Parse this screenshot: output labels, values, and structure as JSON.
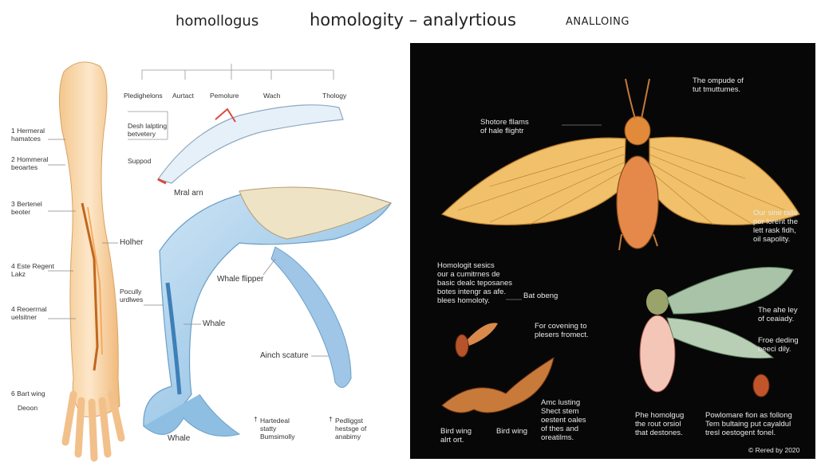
{
  "header": {
    "left_title": "homollogus",
    "center_title": "homologity – analyrtious",
    "right_title": "ANALLOING"
  },
  "left_panel": {
    "arm_labels": [
      {
        "num": "1",
        "text": "Hermeral\nhamatces"
      },
      {
        "num": "2",
        "text": "Hommeral\nbeoartes"
      },
      {
        "num": "3",
        "text": "Bertenel\nbeoter"
      },
      {
        "num": "4",
        "text": "Este Regent\nLakz"
      },
      {
        "num": "4",
        "text": "Reoerrnal\nuelsitner"
      },
      {
        "num": "6",
        "text": "Bart wing"
      }
    ],
    "arm_bottom": "Deoon",
    "tree_headers": [
      "Pledighelons",
      "Aurtact",
      "Pemolure",
      "Wach",
      "Thology"
    ],
    "branch_1": "Desh lalpting\nbetvetery",
    "branch_2": "Suppod",
    "mral_arn": "Mral arn",
    "holher": "Holher",
    "whale_flipper": "Whale flipper",
    "pocully": "Pocully\nurdlwes",
    "whale_mid": "Whale",
    "ainch": "Ainch scature",
    "whale_bottom": "Whale",
    "foot_1": "Hartedeal\nstatty\nBumsimolly",
    "foot_1_mark": "†",
    "foot_2": "Pedliggst\nhestsge of\nanabimy",
    "foot_2_mark": "†"
  },
  "right_panel": {
    "top_right": "The ompude of\ntut tmuttumes.",
    "shotore": "Shotore fllams\nof hale flightr",
    "oursine": "Our sine talle\npor lorent the\nlett rask fidh,\noil sapolity.",
    "homologit": "Homologit sesics\nour a cumitrnes de\nbasic dealc teposanes\nbotes intengr as afe.\nblees homoloty.",
    "bat": "Bat obeng",
    "for_cov": "For covening to\nplesers fromect.",
    "shealey": "The ahe ley\nof ceaiady.",
    "free": "Froe deding\nbeeci dily.",
    "amc": "Amc lusting\nShect stem\noestent oales\nof thes and\noreatilms.",
    "bird1": "Bird wing\nalrt ort.",
    "bird2": "Bird wing",
    "phe": "Phe homolgug\nthe rout orsiol\nthat destones.",
    "pow": "Powlomare fion as follong\nTem bultaing put cayaldul\ntresl oestogent fonel.",
    "credit": "© Rered by 2020"
  }
}
